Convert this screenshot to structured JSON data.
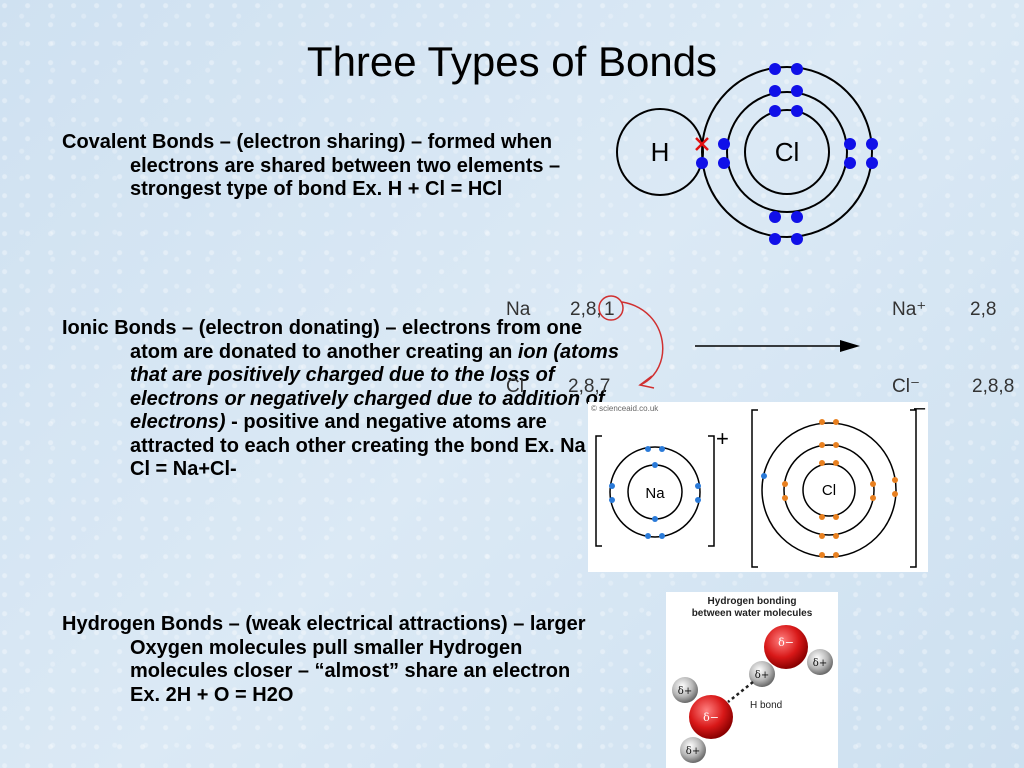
{
  "title": "Three Types of Bonds",
  "covalent": {
    "heading": "Covalent Bonds",
    "body": " – (electron sharing) – formed when electrons are shared between two elements – strongest type of bond   Ex.  H + Cl  =  HCl"
  },
  "ionic": {
    "heading": "Ionic Bonds",
    "body1": " – (electron donating) – electrons from one atom are donated to another creating an ",
    "italic": "ion (atoms that are positively charged due to the loss of electrons or negatively charged due to addition of electrons)",
    "body2": " - positive and negative atoms are attracted to each other creating the bond  Ex. Na + Cl  =  Na+Cl-"
  },
  "hydrogen": {
    "heading": "Hydrogen Bonds",
    "body": " – (weak electrical attractions) – larger Oxygen molecules pull smaller Hydrogen molecules closer – “almost” share an electron",
    "example": "Ex. 2H + O = H2O"
  },
  "hcl_diagram": {
    "h_label": "H",
    "cl_label": "Cl",
    "electron_color": "#1010e8",
    "bond_color": "#e01010"
  },
  "reaction": {
    "na": "Na",
    "na_config_prefix": "2,8,",
    "na_config_moved": "1",
    "cl": "Cl",
    "cl_config": "2,8,7",
    "na_ion": "Na⁺",
    "na_ion_config": "2,8",
    "cl_ion": "Cl⁻",
    "cl_ion_config": "2,8,8"
  },
  "ionic_diagram": {
    "credit": "© scienceaid.co.uk",
    "na_label": "Na",
    "na_charge": "+",
    "cl_label": "Cl",
    "cl_charge": "–",
    "na_electron_color": "#2a7ad8",
    "cl_electron_color": "#e88020"
  },
  "water_diagram": {
    "title_line1": "Hydrogen bonding",
    "title_line2": "between water molecules",
    "delta_minus": "δ−",
    "delta_plus": "δ+",
    "bond_label": "H bond"
  }
}
